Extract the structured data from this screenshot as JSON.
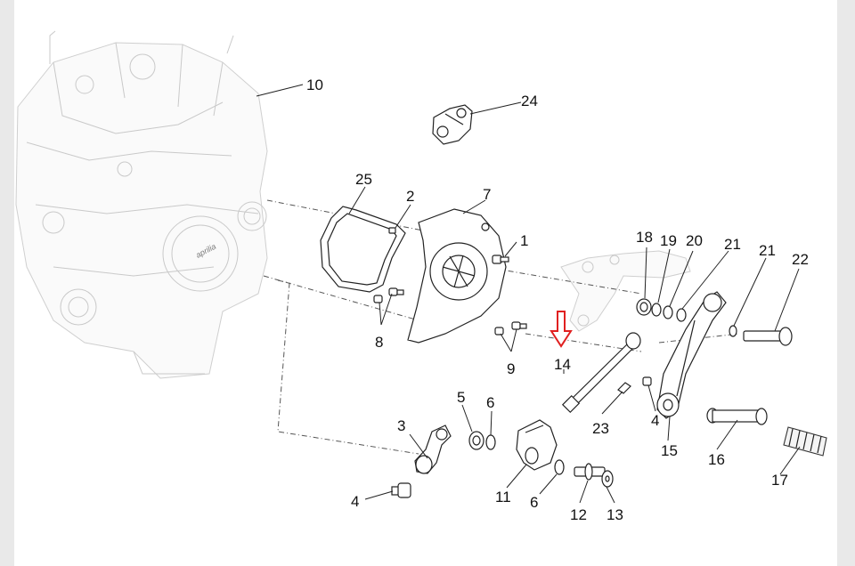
{
  "diagram": {
    "callouts": [
      "10",
      "24",
      "25",
      "2",
      "7",
      "1",
      "8",
      "9",
      "18",
      "19",
      "20",
      "21",
      "21",
      "22",
      "14",
      "23",
      "4",
      "15",
      "16",
      "17",
      "3",
      "5",
      "6",
      "11",
      "6",
      "12",
      "13",
      "4"
    ],
    "engine_brand": "aprilia",
    "highlight_arrow_color": "#e02020"
  }
}
